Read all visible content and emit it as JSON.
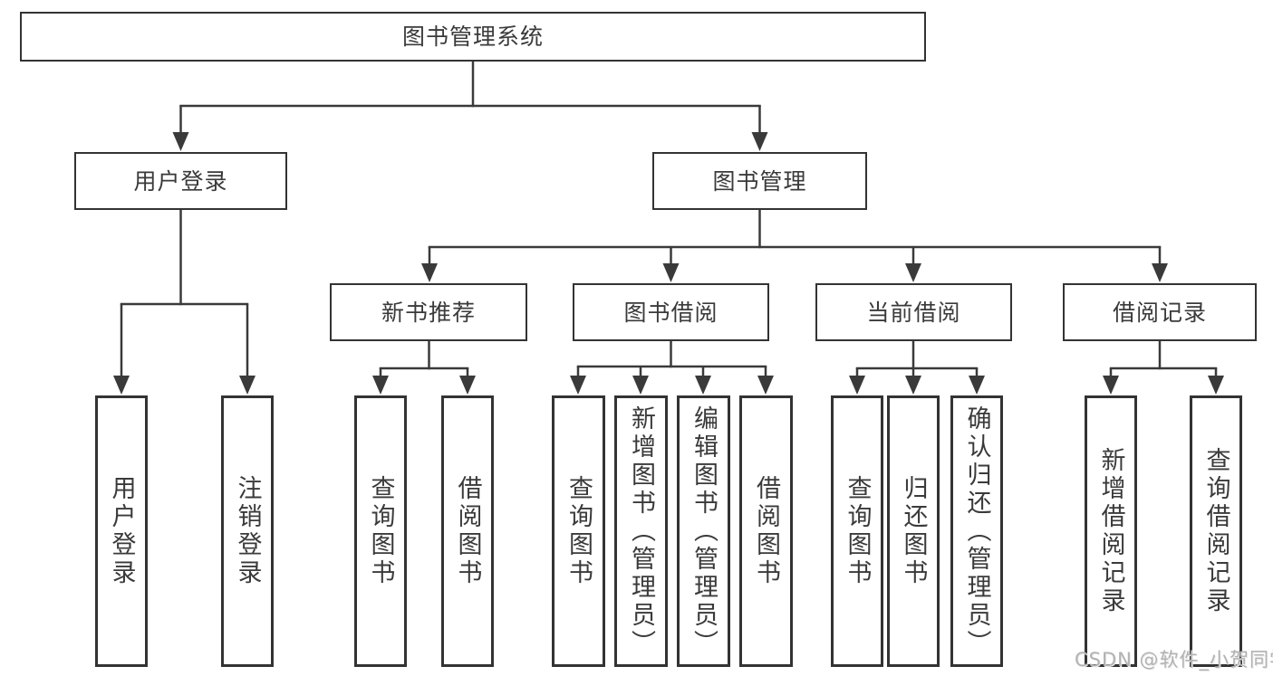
{
  "tree": {
    "root": "图书管理系统",
    "children": [
      {
        "label": "用户登录",
        "children": [
          {
            "label": "用户登录"
          },
          {
            "label": "注销登录"
          }
        ]
      },
      {
        "label": "图书管理",
        "children": [
          {
            "label": "新书推荐",
            "children": [
              {
                "label": "查询图书"
              },
              {
                "label": "借阅图书"
              }
            ]
          },
          {
            "label": "图书借阅",
            "children": [
              {
                "label": "查询图书"
              },
              {
                "label": "新增图书（管理员）"
              },
              {
                "label": "编辑图书（管理员）"
              },
              {
                "label": "借阅图书"
              }
            ]
          },
          {
            "label": "当前借阅",
            "children": [
              {
                "label": "查询图书"
              },
              {
                "label": "归还图书"
              },
              {
                "label": "确认归还（管理员）"
              }
            ]
          },
          {
            "label": "借阅记录",
            "children": [
              {
                "label": "新增借阅记录"
              },
              {
                "label": "查询借阅记录"
              }
            ]
          }
        ]
      }
    ]
  },
  "watermark": "CSDN @软件_小贺同学",
  "colors": {
    "line": "#3a3a3a",
    "text": "#3a3a3a",
    "box_background": "#ffffff",
    "page_background": "#ffffff",
    "watermark": "#b2b2b2"
  }
}
